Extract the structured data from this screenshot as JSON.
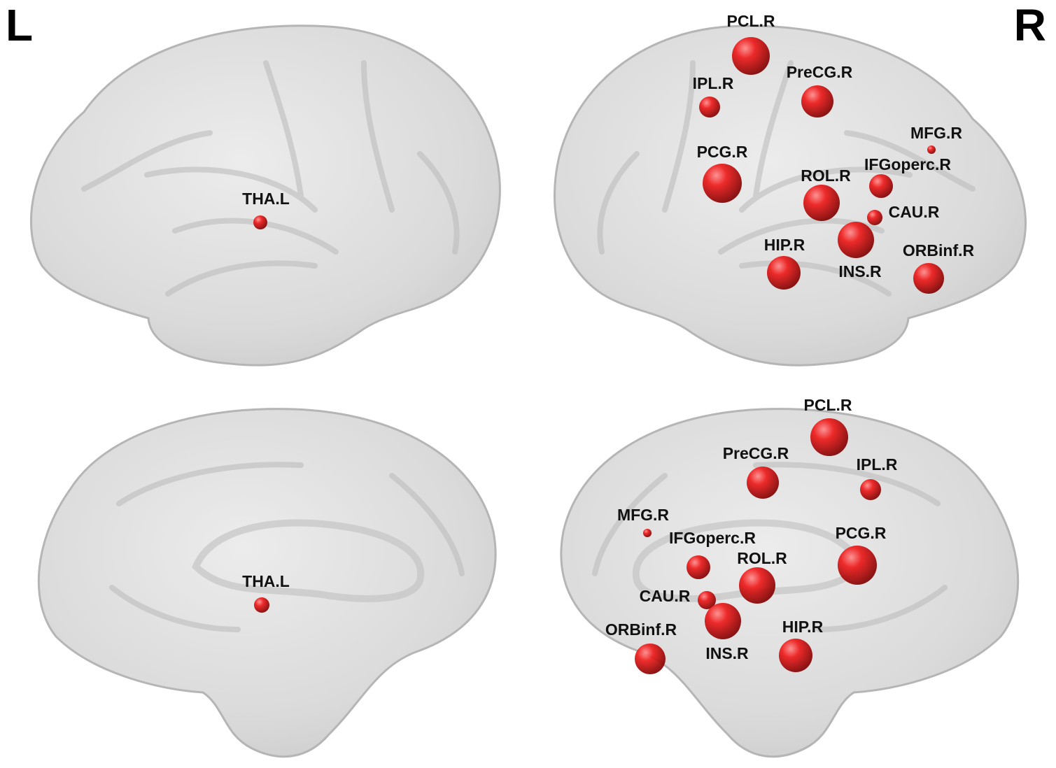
{
  "hemisphere_labels": {
    "left": "L",
    "right": "R"
  },
  "views": [
    {
      "id": "left-lateral",
      "nodes": [
        {
          "label": "THA.L"
        }
      ]
    },
    {
      "id": "right-lateral",
      "nodes": [
        {
          "label": "PCL.R"
        },
        {
          "label": "PreCG.R"
        },
        {
          "label": "IPL.R"
        },
        {
          "label": "MFG.R"
        },
        {
          "label": "PCG.R"
        },
        {
          "label": "IFGoperc.R"
        },
        {
          "label": "ROL.R"
        },
        {
          "label": "CAU.R"
        },
        {
          "label": "HIP.R"
        },
        {
          "label": "ORBinf.R"
        },
        {
          "label": "INS.R"
        }
      ]
    },
    {
      "id": "left-medial",
      "nodes": [
        {
          "label": "THA.L"
        }
      ]
    },
    {
      "id": "right-medial",
      "nodes": [
        {
          "label": "PCL.R"
        },
        {
          "label": "PreCG.R"
        },
        {
          "label": "IPL.R"
        },
        {
          "label": "MFG.R"
        },
        {
          "label": "IFGoperc.R"
        },
        {
          "label": "PCG.R"
        },
        {
          "label": "ROL.R"
        },
        {
          "label": "CAU.R"
        },
        {
          "label": "HIP.R"
        },
        {
          "label": "ORBinf.R"
        },
        {
          "label": "INS.R"
        }
      ]
    }
  ],
  "colors": {
    "node": "#e01010",
    "node_dark": "#7a0000",
    "brain": "#d9d9d9",
    "brain_edge": "#b5b5b5"
  }
}
